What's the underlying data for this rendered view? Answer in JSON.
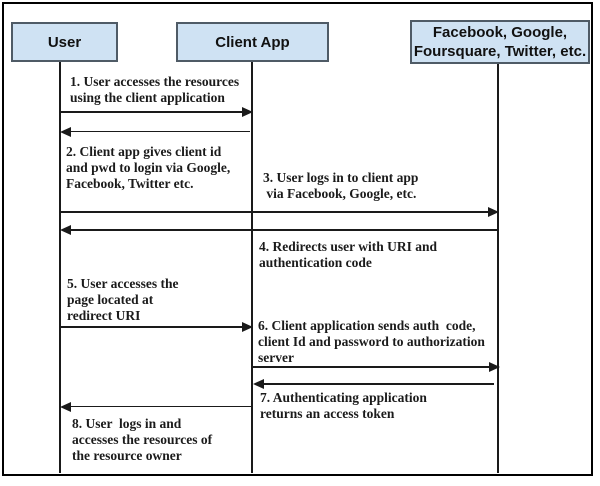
{
  "diagram_type": "sequence-diagram",
  "colors": {
    "actor_fill": "#cfe2f3",
    "actor_border": "#4f5b66",
    "line": "#1a1a1a",
    "background": "#ffffff"
  },
  "actors": [
    {
      "id": "user",
      "label": "User"
    },
    {
      "id": "client-app",
      "label": "Client App"
    },
    {
      "id": "auth-providers",
      "label": "Facebook, Google,\nFoursquare, Twitter, etc."
    }
  ],
  "messages": [
    {
      "num": 1,
      "from": "user",
      "to": "client-app",
      "direction": "right",
      "label": "1. User accesses the resources\nusing the client application"
    },
    {
      "num": 2,
      "from": "client-app",
      "to": "user",
      "direction": "left",
      "label": "2. Client app gives client id\nand pwd to login via Google,\nFacebook, Twitter etc."
    },
    {
      "num": 3,
      "from": "user",
      "to": "auth-providers",
      "direction": "right",
      "label": "3. User logs in to client app\n via Facebook, Google, etc."
    },
    {
      "num": 4,
      "from": "auth-providers",
      "to": "user",
      "direction": "left",
      "label": "4. Redirects user with URI and\nauthentication code"
    },
    {
      "num": 5,
      "from": "user",
      "to": "client-app",
      "direction": "right",
      "label": "5. User accesses the\npage located at\nredirect URI"
    },
    {
      "num": 6,
      "from": "client-app",
      "to": "auth-providers",
      "direction": "right",
      "label": "6. Client application sends auth  code,\nclient Id and password to authorization\nserver"
    },
    {
      "num": 7,
      "from": "auth-providers",
      "to": "client-app",
      "direction": "left",
      "label": "7. Authenticating application\nreturns an access token"
    },
    {
      "num": 8,
      "from": "client-app",
      "to": "user",
      "direction": "left",
      "label": "8. User  logs in and\naccesses the resources of\nthe resource owner"
    }
  ]
}
